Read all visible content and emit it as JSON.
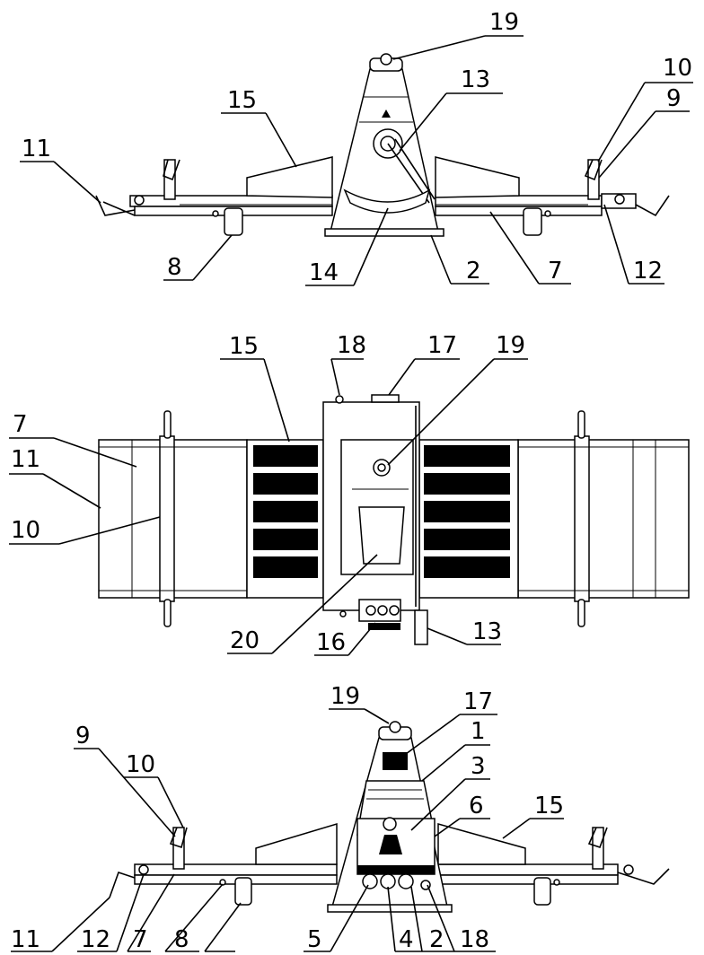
{
  "views": [
    {
      "name": "front",
      "labels": [
        "19",
        "10",
        "13",
        "9",
        "15",
        "11",
        "8",
        "14",
        "2",
        "7",
        "12"
      ]
    },
    {
      "name": "top",
      "labels": [
        "18",
        "17",
        "19",
        "15",
        "7",
        "11",
        "10",
        "20",
        "16",
        "13"
      ]
    },
    {
      "name": "rear",
      "labels": [
        "19",
        "17",
        "1",
        "3",
        "9",
        "10",
        "6",
        "15",
        "11",
        "12",
        "7",
        "8",
        "5",
        "4",
        "2",
        "18"
      ]
    }
  ]
}
